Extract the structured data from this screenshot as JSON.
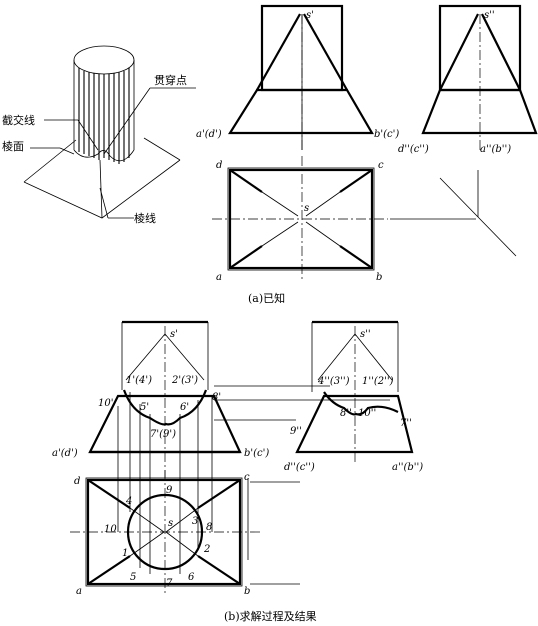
{
  "iso": {
    "intersection_label": "截交线",
    "face_label": "棱面",
    "piercing_label": "贯穿点",
    "edge_label": "棱线"
  },
  "a": {
    "caption": "(a)已知",
    "front": {
      "s": "s'",
      "ad": "a'(d')",
      "bc": "b'(c')"
    },
    "side": {
      "s": "s''",
      "dc": "d''(c'')",
      "ab": "a''(b'')"
    },
    "top": {
      "a": "a",
      "b": "b",
      "c": "c",
      "d": "d",
      "s": "s"
    }
  },
  "b": {
    "caption": "(b)求解过程及结果",
    "front": {
      "s": "s'",
      "ad": "a'(d')",
      "bc": "b'(c')",
      "p14": "1'(4')",
      "p23": "2'(3')",
      "p10": "10'",
      "p8": "8'",
      "p5": "5'",
      "p6": "6'",
      "p79": "7'(9')"
    },
    "side": {
      "s": "s''",
      "dc": "d''(c'')",
      "ab": "a''(b'')",
      "p43": "4''(3'')",
      "p12": "1''(2'')",
      "p9": "9''",
      "p7": "7''",
      "p8": "8''",
      "p10": "10''"
    },
    "top": {
      "a": "a",
      "b": "b",
      "c": "c",
      "d": "d",
      "s": "s",
      "n1": "1",
      "n2": "2",
      "n3": "3",
      "n4": "4",
      "n5": "5",
      "n6": "6",
      "n7": "7",
      "n8": "8",
      "n9": "9",
      "n10": "10"
    }
  }
}
